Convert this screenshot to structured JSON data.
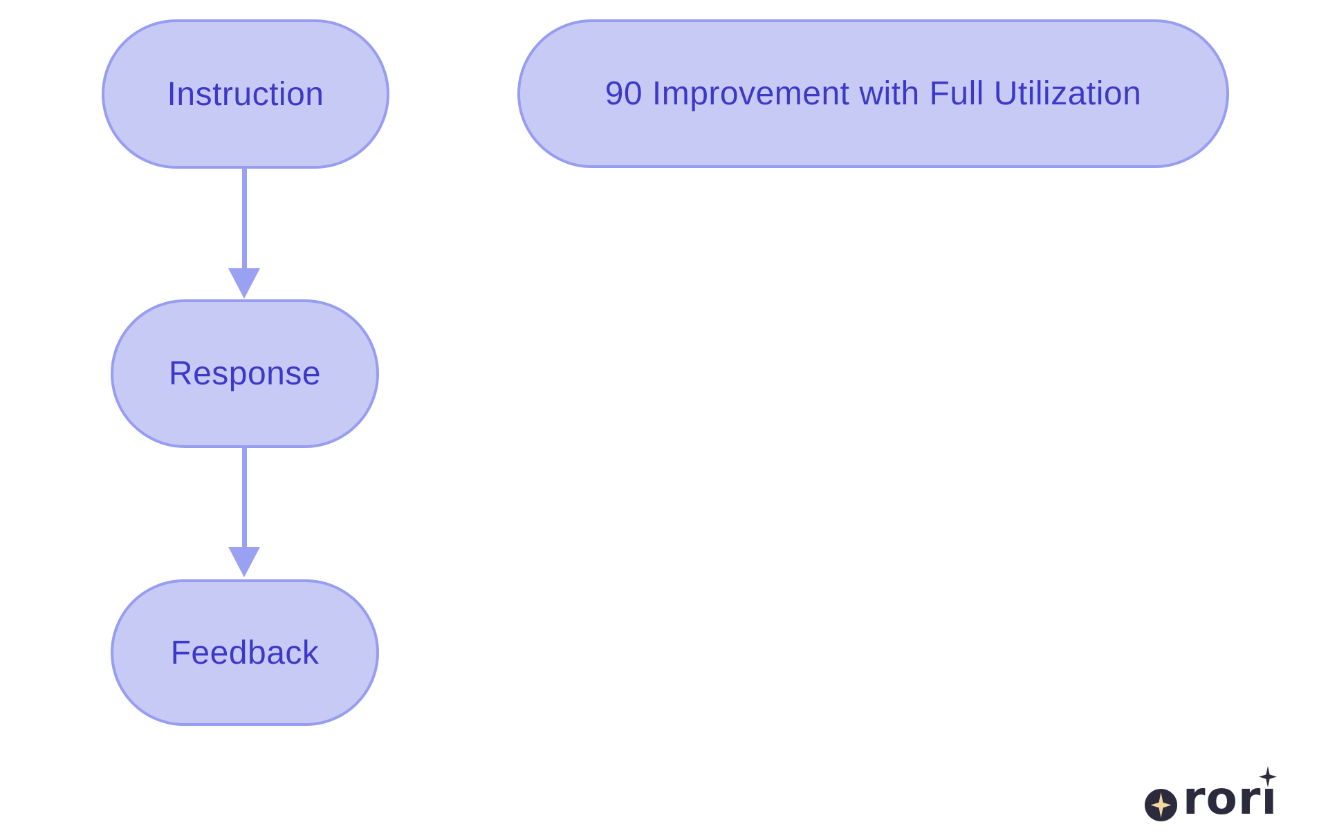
{
  "diagram": {
    "type": "flowchart",
    "direction": "top-down",
    "nodes": [
      {
        "id": "instruction",
        "shape": "stadium",
        "label": "Instruction"
      },
      {
        "id": "response",
        "shape": "stadium",
        "label": "Response"
      },
      {
        "id": "feedback",
        "shape": "stadium",
        "label": "Feedback"
      },
      {
        "id": "improvement",
        "shape": "stadium",
        "label": "90 Improvement with Full Utilization"
      }
    ],
    "edges": [
      {
        "from": "instruction",
        "to": "response",
        "style": "arrow-down"
      },
      {
        "from": "response",
        "to": "feedback",
        "style": "arrow-down"
      }
    ],
    "colors": {
      "node_fill": "#c8caf6",
      "node_border": "#979df0",
      "node_text": "#3d39c8",
      "arrow": "#9aa0f2",
      "background": "#ffffff"
    }
  },
  "logo": {
    "brand": "rori",
    "word_head": "ror",
    "word_tail": "ı",
    "colors": {
      "mark": "#2b2b3d",
      "star": "#f3d9a1"
    }
  }
}
